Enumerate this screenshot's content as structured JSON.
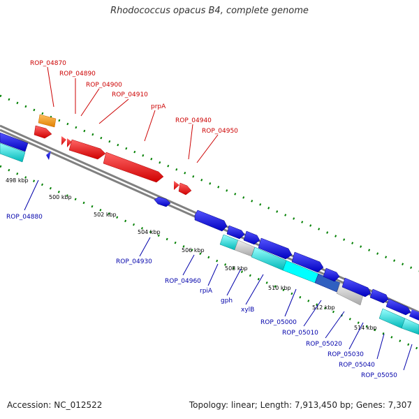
{
  "title": "Rhodococcus opacus B4, complete genome",
  "footer": {
    "accession": "Accession: NC_012522",
    "summary": "Topology: linear; Length: 7,913,450 bp; Genes: 7,307"
  },
  "colors": {
    "forward": "#ff0000",
    "reverse": "#0000ff",
    "rna": "#ff9900",
    "cyan": "#00e5e5",
    "grey": "#c0c0c0",
    "tick": "#008000",
    "backbone": "#808080",
    "label_forward": "#cc0000",
    "label_reverse": "#0000aa"
  },
  "scale_labels": [
    "498 kbp",
    "500 kbp",
    "502 kbp",
    "504 kbp",
    "506 kbp",
    "508 kbp",
    "510 kbp",
    "512 kbp",
    "514 kbp"
  ],
  "top_labels": [
    "ROP_04870",
    "ROP_04890",
    "ROP_04900",
    "ROP_04910",
    "prpA",
    "ROP_04940",
    "ROP_04950"
  ],
  "bottom_labels": [
    "ROP_04880",
    "ROP_04930",
    "ROP_04960",
    "rpiA",
    "gph",
    "xylB",
    "ROP_05000",
    "ROP_05010",
    "ROP_05020",
    "ROP_05030",
    "ROP_05040",
    "ROP_05050"
  ]
}
